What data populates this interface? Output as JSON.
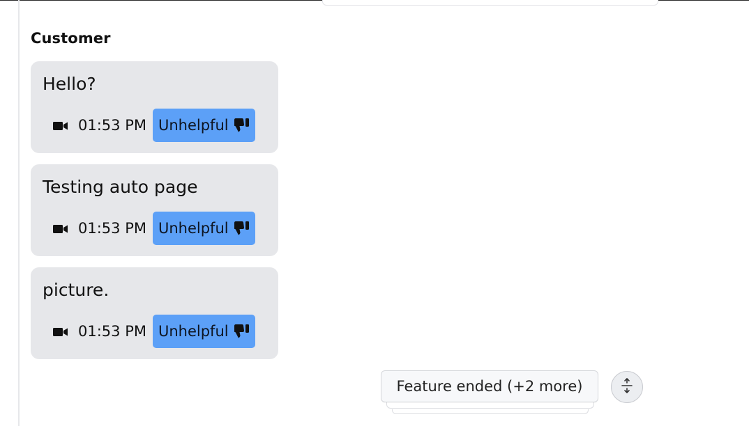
{
  "conversation": {
    "sender_label": "Customer",
    "messages": [
      {
        "text": "Hello?",
        "time": "01:53 PM",
        "feedback_label": "Unhelpful"
      },
      {
        "text": "Testing auto page",
        "time": "01:53 PM",
        "feedback_label": "Unhelpful"
      },
      {
        "text": "picture.",
        "time": "01:53 PM",
        "feedback_label": "Unhelpful"
      }
    ]
  },
  "events": {
    "summary_label": "Feature ended (+2 more)"
  },
  "icons": {
    "media": "video-camera-icon",
    "feedback": "thumbs-down-icon",
    "expand": "expand-collapse-icon"
  },
  "colors": {
    "bubble_bg": "#e6e7ea",
    "feedback_button_bg": "#5ca0f7",
    "pill_bg": "#f7f8fa"
  }
}
